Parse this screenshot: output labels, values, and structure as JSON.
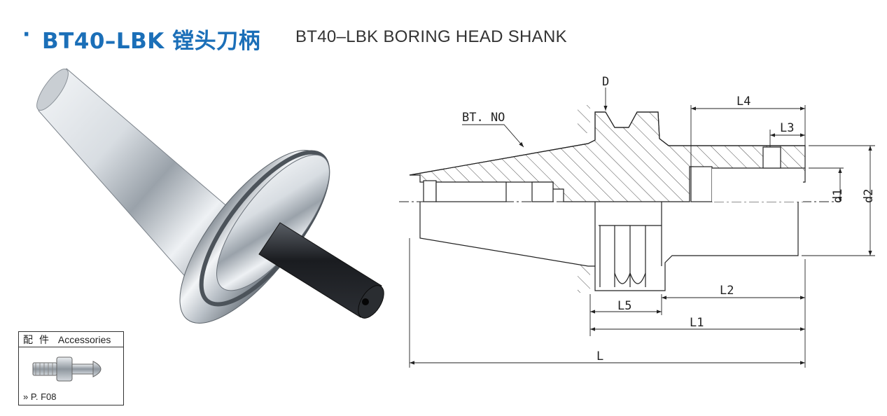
{
  "header": {
    "bullet": "·",
    "title_cn": "BT40–LBK 镗头刀柄",
    "title_en": "BT40–LBK BORING HEAD SHANK"
  },
  "drawing": {
    "labels": {
      "bt_no": "BT. NO",
      "D": "D",
      "L4": "L4",
      "L3": "L3",
      "d1": "d1",
      "d2": "d2",
      "L2": "L2",
      "L5": "L5",
      "L1": "L1",
      "L": "L"
    }
  },
  "accessories": {
    "label_cn": "配件",
    "label_en": "Accessories",
    "ref_prefix": "»",
    "ref": "P. F08"
  },
  "colors": {
    "brand_blue": "#1b6fb8"
  }
}
